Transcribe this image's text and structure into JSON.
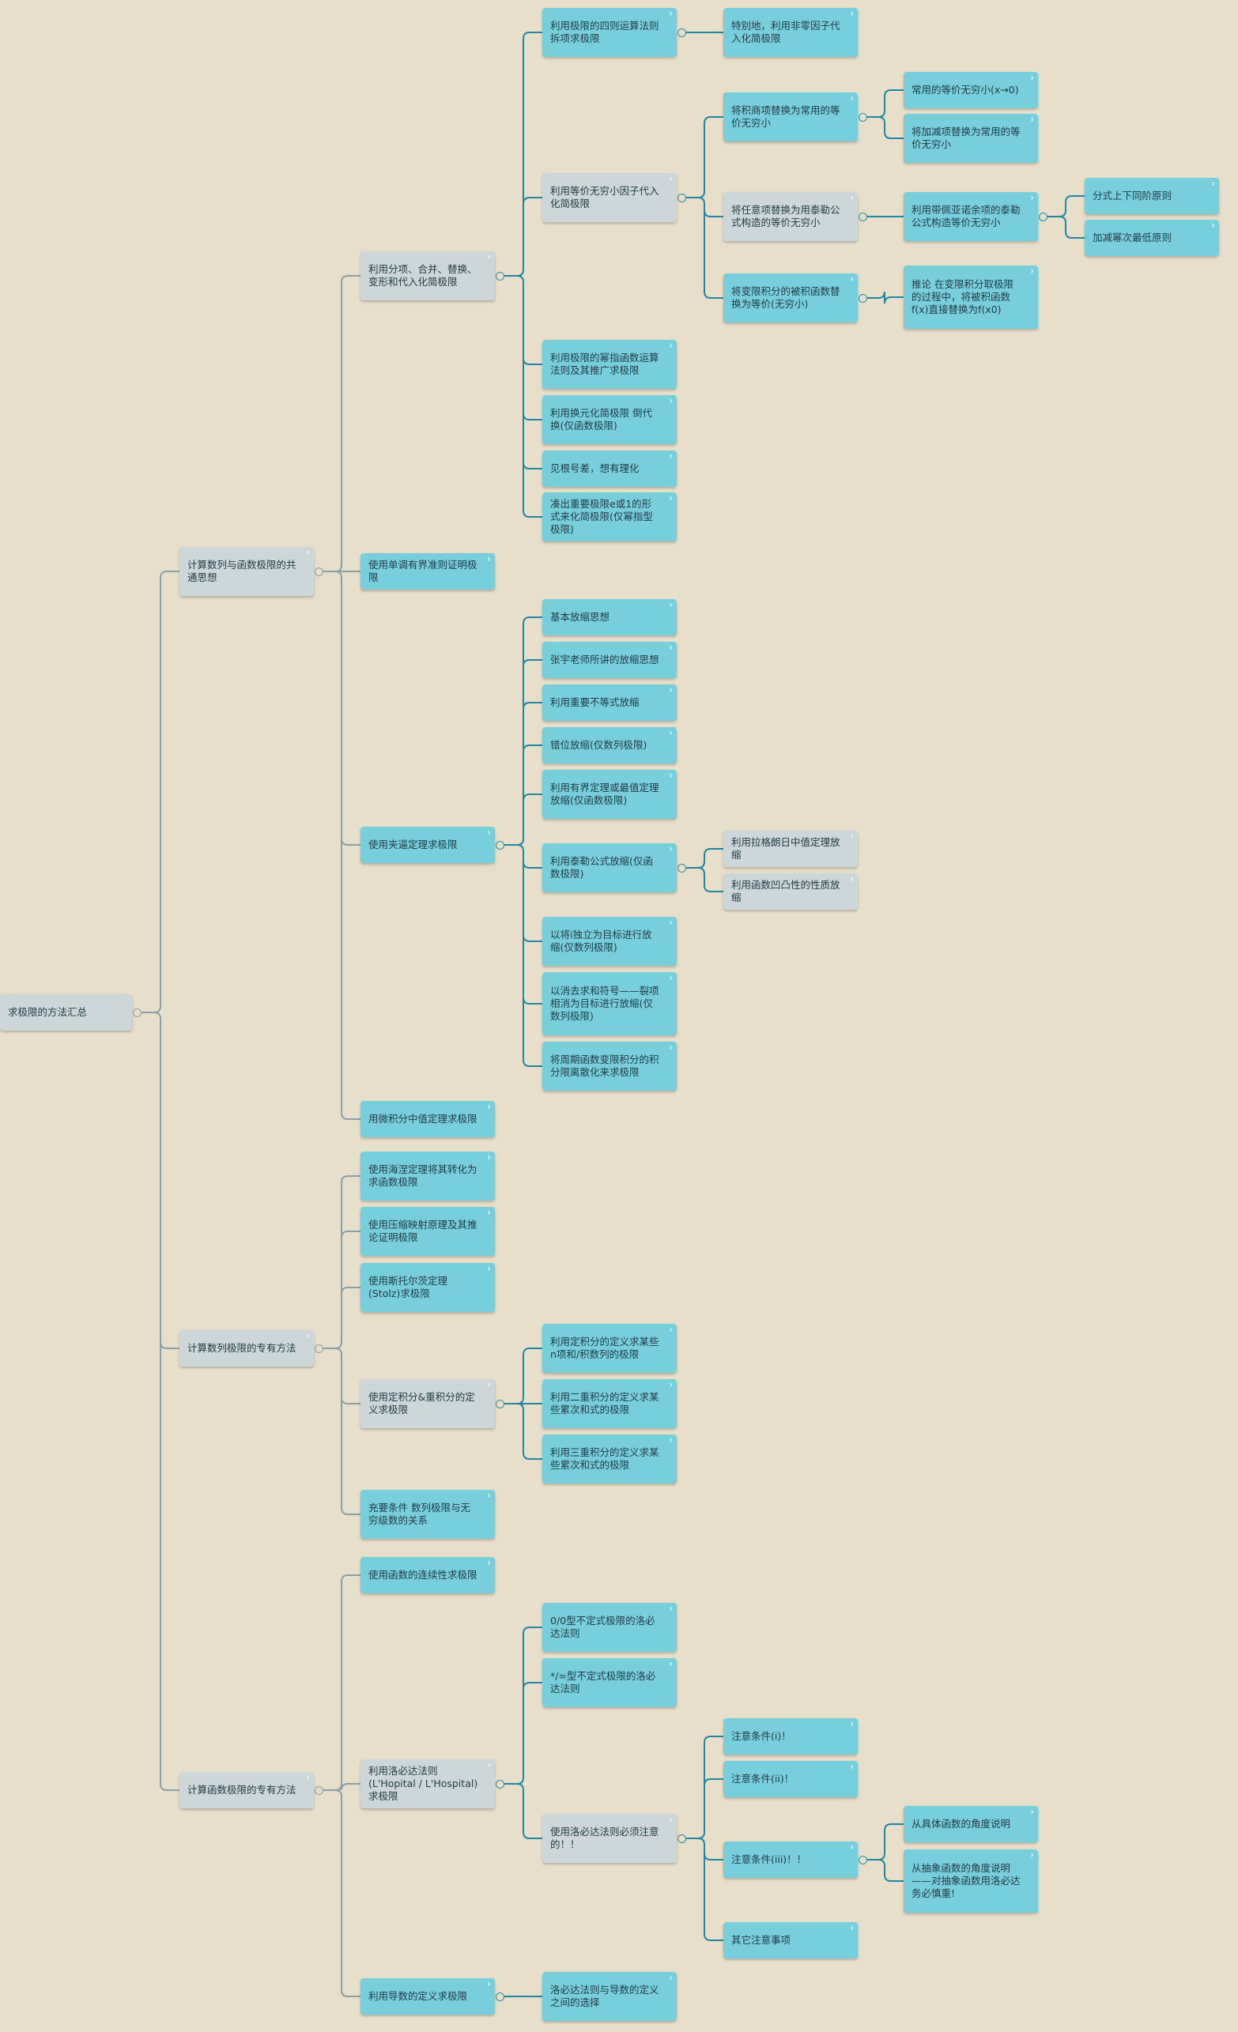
{
  "nodes": {
    "root": "求极限的方法汇总",
    "b1": "计算数列与函数极限的共通思想",
    "b2": "计算数列极限的专有方法",
    "b3": "计算函数极限的专有方法",
    "b1a": "利用分项、合并、替换、变形和代入化简极限",
    "b1b": "使用单调有界准则证明极限",
    "b1c": "使用夹逼定理求极限",
    "b1d": "用微积分中值定理求极限",
    "a1": "利用极限的四则运算法则拆项求极限",
    "a1x": "特别地，利用非零因子代入化简极限",
    "a2": "利用等价无穷小因子代入化简极限",
    "a2a": "将积商项替换为常用的等价无穷小",
    "a2a1": "常用的等价无穷小(x→0)",
    "a2a2": "将加减项替换为常用的等价无穷小",
    "a2b": "将任意项替换为用泰勒公式构造的等价无穷小",
    "a2b1": "利用带佩亚诺余项的泰勒公式构造等价无穷小",
    "a2b1a": "分式上下同阶原则",
    "a2b1b": "加减幂次最低原则",
    "a2c": "将变限积分的被积函数替换为等价(无穷小)",
    "a2c1": "推论 在变限积分取极限的过程中，将被积函数f(x)直接替换为f(x0)",
    "a3": "利用极限的幂指函数运算法则及其推广求极限",
    "a4": "利用换元化简极限 倒代换(仅函数极限)",
    "a5": "见根号差，想有理化",
    "a6": "凑出重要极限e或1的形式来化简极限(仅幂指型极限)",
    "c1": "基本放缩思想",
    "c2": "张宇老师所讲的放缩思想",
    "c3": "利用重要不等式放缩",
    "c4": "错位放缩(仅数列极限)",
    "c5": "利用有界定理或最值定理放缩(仅函数极限)",
    "c6": "利用泰勒公式放缩(仅函数极限)",
    "c6a": "利用拉格朗日中值定理放缩",
    "c6b": "利用函数凹凸性的性质放缩",
    "c7": "以将i独立为目标进行放缩(仅数列极限)",
    "c8": "以消去求和符号——裂项相消为目标进行放缩(仅数列极限)",
    "c9": "将周期函数变限积分的积分限离散化来求极限",
    "s1": "使用海涅定理将其转化为求函数极限",
    "s2": "使用压缩映射原理及其推论证明极限",
    "s3": "使用斯托尔茨定理(Stolz)求极限",
    "s4": "使用定积分&重积分的定义求极限",
    "s4a": "利用定积分的定义求某些n项和/积数列的极限",
    "s4b": "利用二重积分的定义求某些累次和式的极限",
    "s4c": "利用三重积分的定义求某些累次和式的极限",
    "s5": "充要条件 数列极限与无穷级数的关系",
    "f1": "使用函数的连续性求极限",
    "f2": "利用洛必达法则(L'Hopital / L'Hospital)求极限",
    "f2a": "0/0型不定式极限的洛必达法则",
    "f2b": "*/∞型不定式极限的洛必达法则",
    "f2c": "使用洛必达法则必须注意的！！",
    "f2c1": "注意条件(i)！",
    "f2c2": "注意条件(ii)！",
    "f2c3": "注意条件(iii)！！",
    "f2c3a": "从具体函数的角度说明",
    "f2c3b": "从抽象函数的角度说明——对抽象函数用洛必达务必慎重!",
    "f2c4": "其它注意事项",
    "f3": "利用导数的定义求极限",
    "f3a": "洛必达法则与导数的定义之间的选择"
  },
  "colors": {
    "background": "#e7dfca",
    "node_cyan": "#78cfdc",
    "node_gray": "#cdd6d8",
    "line_teal": "#1f87a3",
    "line_gray": "#8aa0a6"
  },
  "icons": {
    "expand": "chevron-right-icon",
    "collapse": "circle-collapse-icon"
  }
}
